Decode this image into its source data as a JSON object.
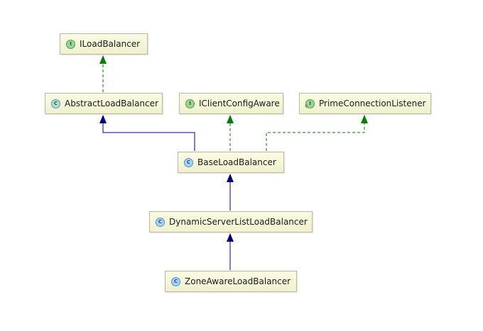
{
  "nodes": {
    "iloadbalancer": {
      "label": "ILoadBalancer",
      "kind": "interface",
      "badge": "I"
    },
    "abstractloadbalancer": {
      "label": "AbstractLoadBalancer",
      "kind": "abstract",
      "badge": "C"
    },
    "iclientconfigaware": {
      "label": "IClientConfigAware",
      "kind": "interface",
      "badge": "I"
    },
    "primeconnectionlistener": {
      "label": "PrimeConnectionListener",
      "kind": "interface",
      "badge": "I"
    },
    "baseloadbalancer": {
      "label": "BaseLoadBalancer",
      "kind": "class",
      "badge": "C"
    },
    "dynamicserverlistloadbalancer": {
      "label": "DynamicServerListLoadBalancer",
      "kind": "class",
      "badge": "C"
    },
    "zoneawareloadbalancer": {
      "label": "ZoneAwareLoadBalancer",
      "kind": "class",
      "badge": "C"
    }
  },
  "colors": {
    "extends_line": "#00007f",
    "implements_line": "#007f00",
    "node_border": "#b9b9a0"
  }
}
